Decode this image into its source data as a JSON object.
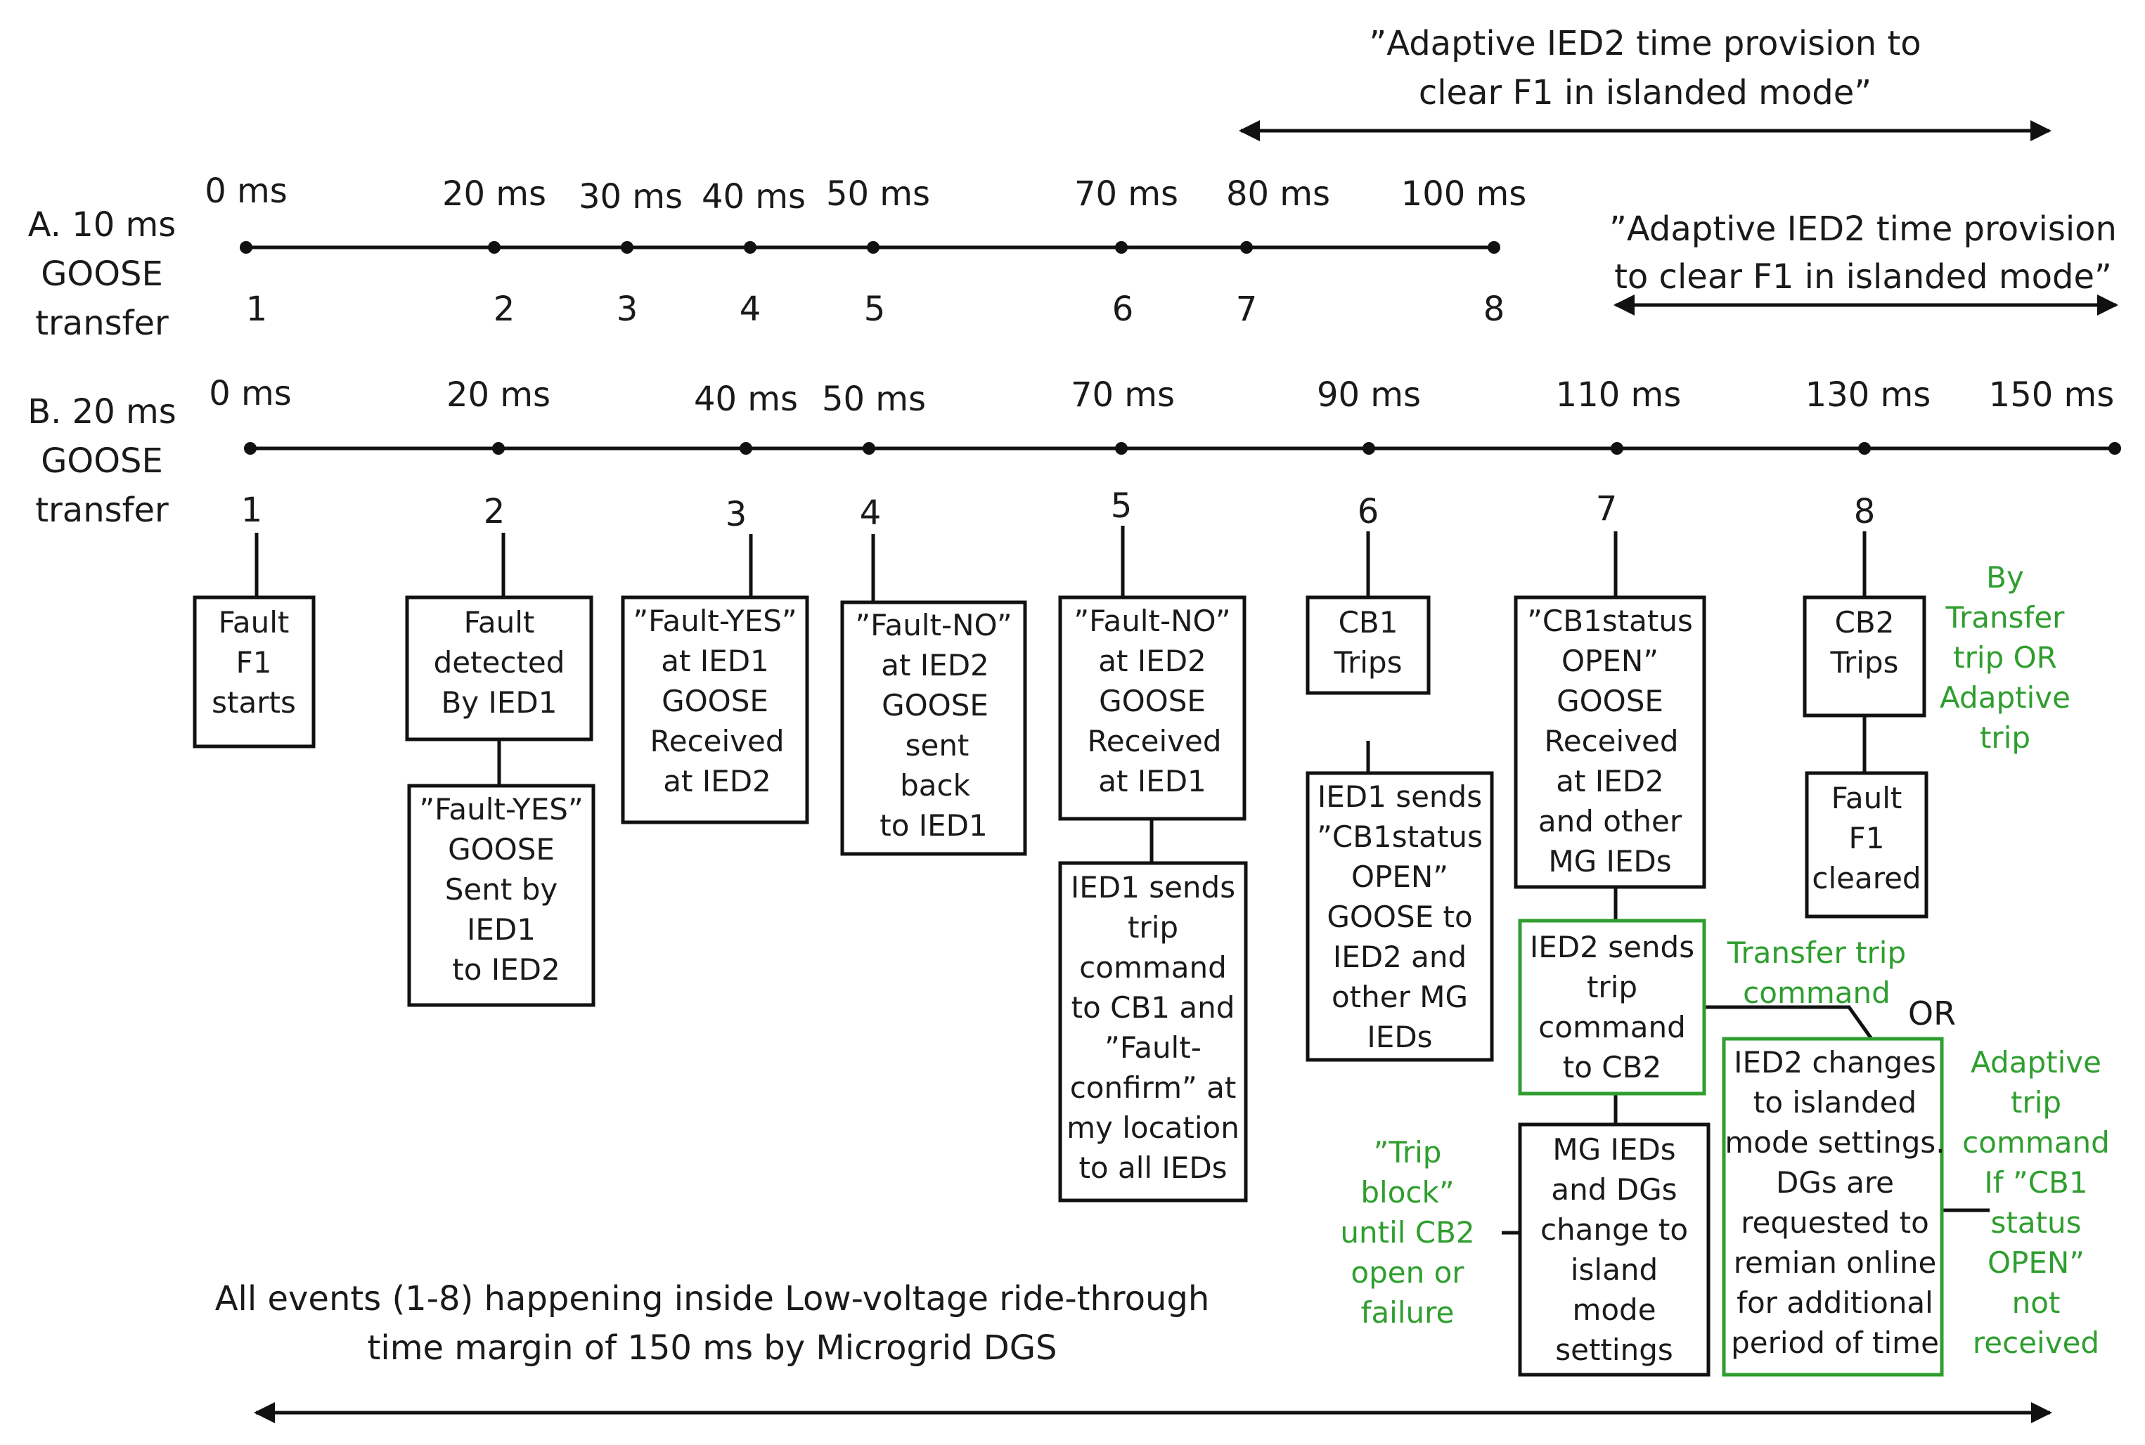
{
  "colors": {
    "ink": "#111111",
    "green": "#2f9e2f",
    "background": "#ffffff"
  },
  "top_note": {
    "lines": [
      "”Adaptive IED2 time provision to",
      "clear F1 in islanded mode”"
    ]
  },
  "timeline_a": {
    "label": [
      "A. 10 ms",
      "GOOSE",
      "transfer"
    ],
    "times": [
      "0 ms",
      "20 ms",
      "30 ms",
      "40 ms",
      "50 ms",
      "70 ms",
      "80 ms",
      "100 ms"
    ],
    "events": [
      "1",
      "2",
      "3",
      "4",
      "5",
      "6",
      "7",
      "8"
    ]
  },
  "mid_note": {
    "lines": [
      "”Adaptive IED2 time provision",
      "to clear F1 in islanded mode”"
    ]
  },
  "timeline_b": {
    "label": [
      "B. 20 ms",
      "GOOSE",
      "transfer"
    ],
    "times": [
      "0 ms",
      "20 ms",
      "40 ms",
      "50 ms",
      "70 ms",
      "90 ms",
      "110 ms",
      "130 ms",
      "150 ms"
    ],
    "events": [
      "1",
      "2",
      "3",
      "4",
      "5",
      "6",
      "7",
      "8"
    ]
  },
  "boxes": {
    "e1": [
      "Fault",
      "F1",
      "starts"
    ],
    "e2": [
      "Fault",
      "detected",
      "By IED1"
    ],
    "e2b": [
      "”Fault-YES”",
      "GOOSE",
      "Sent by",
      "IED1",
      "to IED2"
    ],
    "e3": [
      "”Fault-YES”",
      "at IED1",
      "GOOSE",
      "Received",
      "at IED2"
    ],
    "e4": [
      "”Fault-NO”",
      "at IED2",
      "GOOSE",
      "sent",
      "back",
      "to IED1"
    ],
    "e5": [
      "”Fault-NO”",
      "at IED2",
      "GOOSE",
      "Received",
      "at IED1"
    ],
    "e5b": [
      "IED1 sends",
      "trip",
      "command",
      "to CB1 and",
      "”Fault-",
      "confirm” at",
      "my location",
      "to all IEDs"
    ],
    "e6": [
      "CB1",
      "Trips"
    ],
    "e6b": [
      "IED1 sends",
      "”CB1status",
      "OPEN”",
      "GOOSE to",
      "IED2 and",
      "other MG",
      "IEDs"
    ],
    "e7": [
      "”CB1status",
      "OPEN”",
      "GOOSE",
      "Received",
      "at IED2",
      "and other",
      "MG IEDs"
    ],
    "e7b": [
      "IED2 sends",
      "trip",
      "command",
      "to CB2"
    ],
    "e7c": [
      "MG IEDs",
      "and DGs",
      "change to",
      "island",
      "mode",
      "settings"
    ],
    "e7d": [
      "IED2 changes",
      "to islanded",
      "mode settings.",
      "DGs are",
      "requested to",
      "remian online",
      "for additional",
      "period of time"
    ],
    "e8": [
      "CB2",
      "Trips"
    ],
    "e8b": [
      "Fault",
      "F1",
      "cleared"
    ]
  },
  "green_notes": {
    "by_transfer": [
      "By",
      "Transfer",
      "trip OR",
      "Adaptive",
      "trip"
    ],
    "transfer_trip": [
      "Transfer trip",
      "command"
    ],
    "adaptive_trip": [
      "Adaptive",
      "trip",
      "command",
      "If ”CB1",
      "status",
      "OPEN”",
      "not",
      "received"
    ],
    "trip_block": [
      "”Trip",
      "block”",
      "until CB2",
      "open or",
      "failure"
    ]
  },
  "or_label": "OR",
  "bottom_note": {
    "lines": [
      "All events (1-8) happening inside Low-voltage ride-through",
      "time margin of 150 ms by Microgrid DGS"
    ]
  }
}
